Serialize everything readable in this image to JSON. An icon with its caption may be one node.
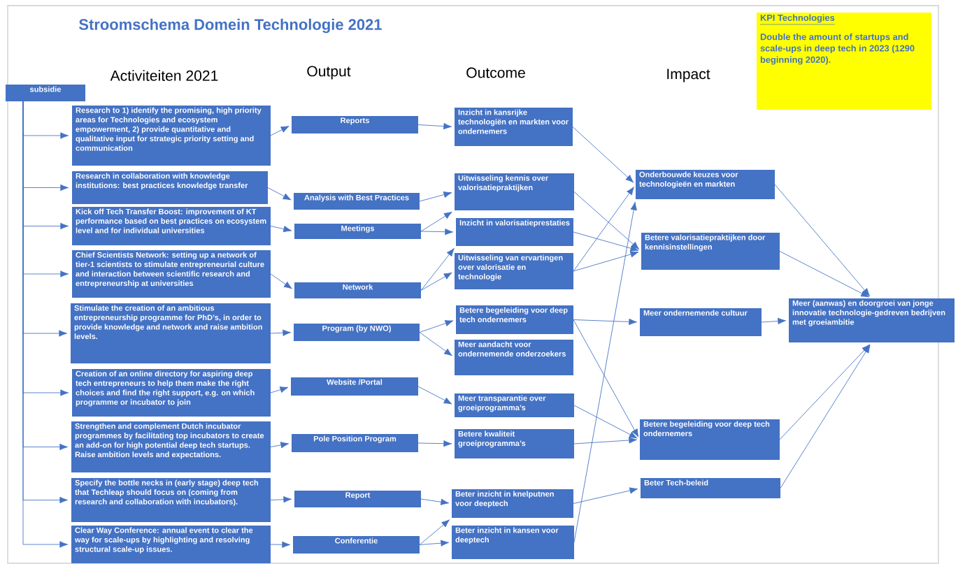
{
  "diagram": {
    "title": "Stroomschema Domein Technologie 2021",
    "nodes": [
      {
        "text": [
          "subsidie"
        ]
      },
      {
        "text": [
          "Research to 1) identify the promising, high priority areas for Technologies and ecosystem empowerment, 2) provide quantitative and qualitative input for strategic priority setting and communication"
        ]
      },
      {
        "text": [
          "Research in collaboration with knowledge institutions: best practices knowledge transfer"
        ]
      },
      {
        "text": [
          "Kick off Tech Transfer Boost: improvement of KT performance based on best practices on ecosystem level and for individual universities"
        ]
      },
      {
        "text": [
          "Chief Scientists Network: setting up a network of tier-1 scientists to stimulate entrepreneurial culture and interaction between scientific research and entrepreneurship at universities"
        ]
      },
      {
        "text": [
          "Stimulate the creation of an ambitious entrepreneurship programme for PhD’s, in order to provide knowledge and network and raise ambition levels."
        ]
      },
      {
        "text": [
          "Creation of an online directory for aspiring deep tech entrepreneurs to help them make the right choices and find the right support, e.g. on which programme or incubator to join"
        ]
      },
      {
        "text": [
          "Strengthen and complement Dutch incubator programmes by facilitating top incubators to create an add-on for high potential deep tech startups. Raise ambition levels and expectations."
        ]
      },
      {
        "text": [
          "Specify the bottle necks in (early stage) deep tech that Techleap should focus on (coming from research and collaboration with incubators)."
        ]
      },
      {
        "text": [
          "Clear Way Conference: annual event to clear the way for scale-ups by highlighting and resolving structural scale-up issues."
        ]
      },
      {
        "text": [
          "Reports"
        ]
      },
      {
        "text": [
          "Analysis with Best Practices"
        ]
      },
      {
        "text": [
          "Meetings"
        ]
      },
      {
        "text": [
          "Network"
        ]
      },
      {
        "text": [
          "Program (by NWO)"
        ]
      },
      {
        "text": [
          "Website /Portal"
        ]
      },
      {
        "text": [
          "Pole Position Program"
        ]
      },
      {
        "text": [
          "Report"
        ]
      },
      {
        "text": [
          "Conferentie"
        ]
      },
      {
        "text": [
          "Inzicht in kansrijke technologiën en markten voor ondernemers"
        ]
      },
      {
        "text": [
          "Uitwisseling kennis over valorisatiepraktijken"
        ]
      },
      {
        "text": [
          "Inzicht in valorisatieprestaties"
        ]
      },
      {
        "text": [
          "Uitwisseling van ervartingen over valorisatie en technologie"
        ]
      },
      {
        "text": [
          "Betere begeleiding voor deep tech ondernemers"
        ]
      },
      {
        "text": [
          "Meer aandacht voor ondernemende onderzoekers"
        ]
      },
      {
        "text": [
          "Meer transparantie over groeiprogramma’s"
        ]
      },
      {
        "text": [
          "Betere kwaliteit groeiprogramma’s"
        ]
      },
      {
        "text": [
          "Beter inzicht in knelputnen voor deeptech"
        ]
      },
      {
        "text": [
          "Beter inzicht in kansen voor deeptech"
        ]
      },
      {
        "text": [
          "Onderbouwde keuzes voor technologieën en markten"
        ]
      },
      {
        "text": [
          "Betere valorisatiepraktijken door kennisinstellingen"
        ]
      },
      {
        "text": [
          "Meer ondernemende cultuur"
        ]
      },
      {
        "text": [
          "Betere begeleiding voor deep tech ondernemers"
        ]
      },
      {
        "text": [
          "Beter Tech-beleid"
        ]
      },
      {
        "text": [
          "Meer (aanwas) en doorgroei van jonge innovatie technologie-gedreven bedrijven met groeiambitie"
        ]
      },
      {
        "text": [
          "KPI Technologies",
          "Double the amount of startups and scale-ups in deep tech in 2023 (1290 beginning 2020)."
        ]
      }
    ],
    "edges": [
      {
        "from": 0,
        "to": 1,
        "arrow": "to"
      },
      {
        "from": 0,
        "to": 2,
        "arrow": "to"
      },
      {
        "from": 0,
        "to": 3,
        "arrow": "to"
      },
      {
        "from": 0,
        "to": 4,
        "arrow": "to"
      },
      {
        "from": 0,
        "to": 5,
        "arrow": "to"
      },
      {
        "from": 0,
        "to": 6,
        "arrow": "to"
      },
      {
        "from": 0,
        "to": 7,
        "arrow": "to"
      },
      {
        "from": 0,
        "to": 8,
        "arrow": "to"
      },
      {
        "from": 0,
        "to": 9,
        "arrow": "to"
      },
      {
        "from": 1,
        "to": 10,
        "arrow": "to"
      },
      {
        "from": 2,
        "to": 11,
        "arrow": "to"
      },
      {
        "from": 3,
        "to": 12,
        "arrow": "to"
      },
      {
        "from": 4,
        "to": 13,
        "arrow": "to"
      },
      {
        "from": 5,
        "to": 14,
        "arrow": "to"
      },
      {
        "from": 6,
        "to": 15,
        "arrow": "to"
      },
      {
        "from": 7,
        "to": 16,
        "arrow": "to"
      },
      {
        "from": 8,
        "to": 17,
        "arrow": "to"
      },
      {
        "from": 9,
        "to": 18,
        "arrow": "to"
      },
      {
        "from": 10,
        "to": 19,
        "arrow": "to"
      },
      {
        "from": 11,
        "to": 20,
        "arrow": "to"
      },
      {
        "from": 12,
        "to": 20,
        "arrow": "to"
      },
      {
        "from": 12,
        "to": 21,
        "arrow": "to"
      },
      {
        "from": 13,
        "to": 21,
        "arrow": "to"
      },
      {
        "from": 13,
        "to": 22,
        "arrow": "to"
      },
      {
        "from": 14,
        "to": 23,
        "arrow": "to"
      },
      {
        "from": 14,
        "to": 24,
        "arrow": "to"
      },
      {
        "from": 15,
        "to": 25,
        "arrow": "to"
      },
      {
        "from": 16,
        "to": 26,
        "arrow": "to"
      },
      {
        "from": 17,
        "to": 27,
        "arrow": "to"
      },
      {
        "from": 18,
        "to": 27,
        "arrow": "to"
      },
      {
        "from": 18,
        "to": 28,
        "arrow": "to"
      },
      {
        "from": 19,
        "to": 29,
        "arrow": "to"
      },
      {
        "from": 20,
        "to": 30,
        "arrow": "to"
      },
      {
        "from": 21,
        "to": 30,
        "arrow": "to"
      },
      {
        "from": 22,
        "to": 29,
        "arrow": "to"
      },
      {
        "from": 22,
        "to": 30,
        "arrow": "to"
      },
      {
        "from": 23,
        "to": 31,
        "arrow": "to"
      },
      {
        "from": 23,
        "to": 32,
        "arrow": "to"
      },
      {
        "from": 25,
        "to": 32,
        "arrow": "to"
      },
      {
        "from": 26,
        "to": 32,
        "arrow": "to"
      },
      {
        "from": 28,
        "to": 29,
        "arrow": "to"
      },
      {
        "from": 27,
        "to": 33,
        "arrow": "to"
      },
      {
        "from": 29,
        "to": 34,
        "arrow": "to"
      },
      {
        "from": 30,
        "to": 34,
        "arrow": "to"
      },
      {
        "from": 31,
        "to": 34,
        "arrow": "to"
      },
      {
        "from": 32,
        "to": 34,
        "arrow": "to"
      },
      {
        "from": 33,
        "to": 34,
        "arrow": "to"
      }
    ],
    "labels": [
      "Activiteiten 2021",
      "Output",
      "Outcome",
      "Impact"
    ]
  }
}
